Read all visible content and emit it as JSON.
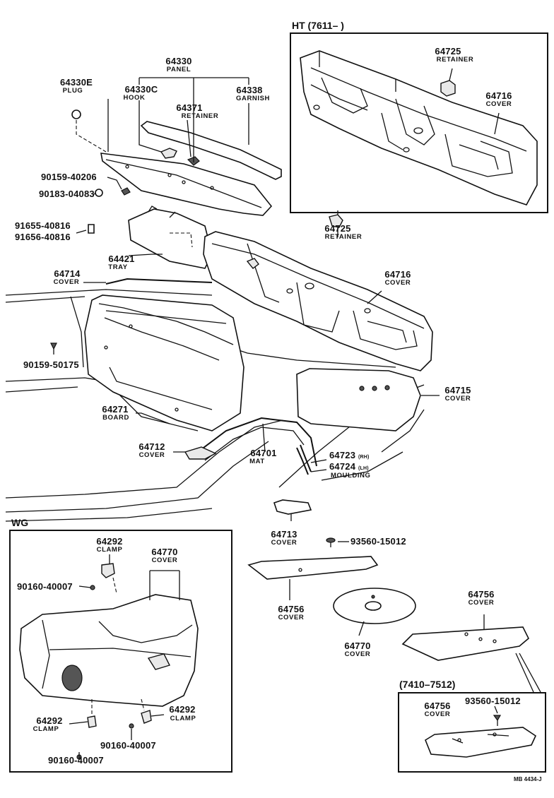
{
  "variants": {
    "ht_header": "HT (7611–        )",
    "wg_header": "WG",
    "range_header": "(7410–7512)"
  },
  "parts": {
    "p64330_num": "64330",
    "p64330_name": "PANEL",
    "p64330E_num": "64330E",
    "p64330E_name": "PLUG",
    "p64330C_num": "64330C",
    "p64330C_name": "HOOK",
    "p64338_num": "64338",
    "p64338_name": "GARNISH",
    "p64371_num": "64371",
    "p64371_name": "RETAINER",
    "p90159_40206": "90159-40206",
    "p90183_04083": "90183-04083",
    "p91655_40816": "91655-40816",
    "p91656_40816": "91656-40816",
    "p64421_num": "64421",
    "p64421_name": "TRAY",
    "p64714_num": "64714",
    "p64714_name": "COVER",
    "p64725_num": "64725",
    "p64725_name": "RETAINER",
    "p64716_num": "64716",
    "p64716_name": "COVER",
    "p90159_50175": "90159-50175",
    "p64715_num": "64715",
    "p64715_name": "COVER",
    "p64271_num": "64271",
    "p64271_name": "BOARD",
    "p64712_num": "64712",
    "p64712_name": "COVER",
    "p64701_num": "64701",
    "p64701_name": "MAT",
    "p64723_num": "64723",
    "p64723_side": "(RH)",
    "p64724_num": "64724",
    "p64724_side": "(LH)",
    "p6472x_name": "MOULDING",
    "p64713_num": "64713",
    "p64713_name": "COVER",
    "p93560_15012": "93560-15012",
    "p64756_num": "64756",
    "p64756_name": "COVER",
    "p64770_num": "64770",
    "p64770_name": "COVER",
    "ht_64725_num": "64725",
    "ht_64725_name": "RETAINER",
    "ht_64716_num": "64716",
    "ht_64716_name": "COVER",
    "wg_64292_num": "64292",
    "wg_64292_name": "CLAMP",
    "wg_90160_40007": "90160-40007",
    "wg_64770_num": "64770",
    "wg_64770_name": "COVER",
    "r_64756_num": "64756",
    "r_64756_name": "COVER",
    "r_93560_15012": "93560-15012",
    "r2_64756_num": "64756",
    "r2_64756_name": "COVER"
  },
  "footer": {
    "code": "MB 4434-J"
  }
}
